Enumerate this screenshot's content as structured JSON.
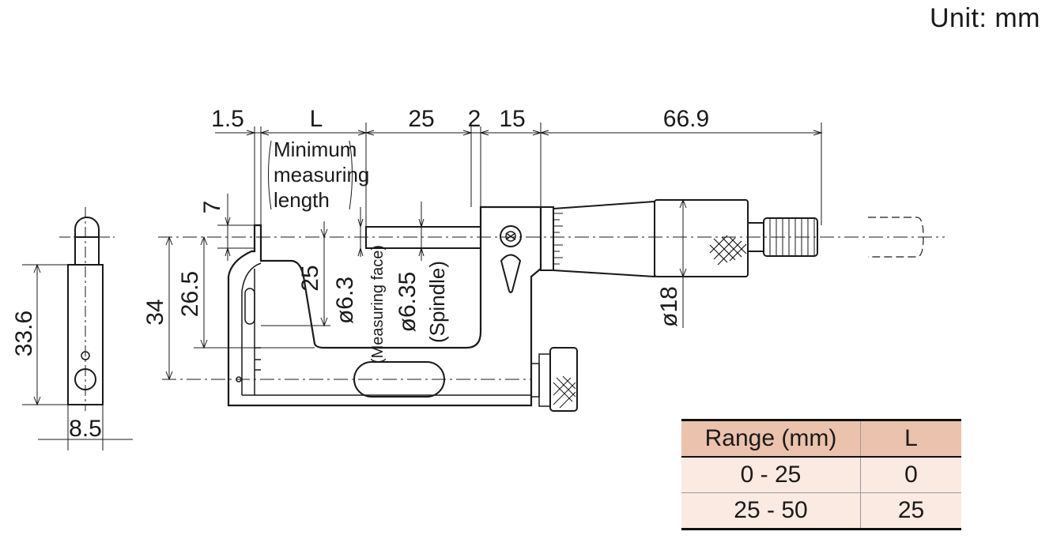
{
  "unit_label": "Unit: mm",
  "dimensions": {
    "d1_5": "1.5",
    "dL": "L",
    "d25_top": "25",
    "d2": "2",
    "d15": "15",
    "d66_9": "66.9",
    "min_len_1": "Minimum",
    "min_len_2": "measuring",
    "min_len_3": "length",
    "d7": "7",
    "d34": "34",
    "d26_5": "26.5",
    "d25_side": "25",
    "d6_3": "ø6.3",
    "measuring_face": "(Measuring face)",
    "d6_35": "ø6.35",
    "spindle": "(Spindle)",
    "d18": "ø18",
    "d33_6": "33.6",
    "d8_5": "8.5"
  },
  "range_table": {
    "headers": [
      "Range (mm)",
      "L"
    ],
    "rows": [
      {
        "range": "0 - 25",
        "L": "0"
      },
      {
        "range": "25 - 50",
        "L": "25"
      }
    ]
  },
  "colors": {
    "header_bg": "#ebc2ac",
    "row_bg": "#fbeae2"
  }
}
